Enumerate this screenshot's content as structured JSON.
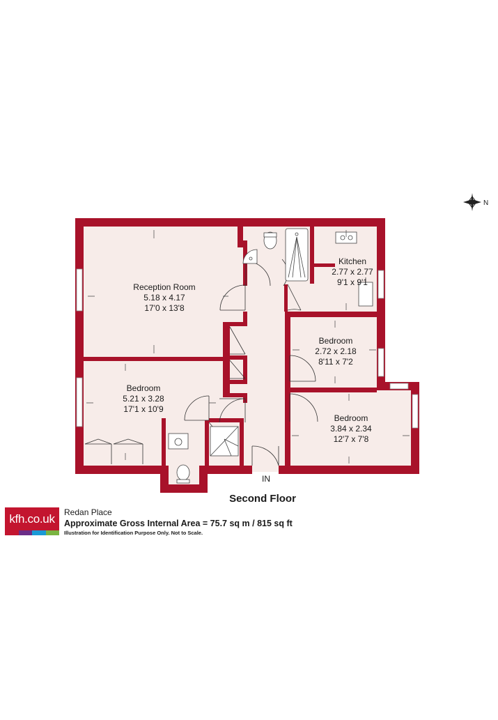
{
  "rooms": {
    "reception": {
      "name": "Reception Room",
      "metric": "5.18 x 4.17",
      "imperial": "17'0 x 13'8"
    },
    "kitchen": {
      "name": "Kitchen",
      "metric": "2.77 x 2.77",
      "imperial": "9'1 x 9'1"
    },
    "bedroom_mid": {
      "name": "Bedroom",
      "metric": "2.72 x 2.18",
      "imperial": "8'11 x 7'2"
    },
    "bedroom_left": {
      "name": "Bedroom",
      "metric": "5.21 x 3.28",
      "imperial": "17'1 x 10'9"
    },
    "bedroom_right": {
      "name": "Bedroom",
      "metric": "3.84 x 2.34",
      "imperial": "12'7 x 7'8"
    }
  },
  "entrance_label": "IN",
  "floor_title": "Second Floor",
  "compass_label": "N",
  "logo": {
    "text": "kfh.co.uk",
    "strip_colors": [
      "#c3152f",
      "#6b2d87",
      "#1a9ad6",
      "#7ab441"
    ]
  },
  "property": {
    "name": "Redan Place",
    "area": "Approximate Gross Internal Area = 75.7 sq m / 815 sq ft",
    "note": "Illustration for Identification Purpose Only. Not to Scale."
  },
  "colors": {
    "wall": "#a8122a",
    "floor": "#f7ece9",
    "fixture": "#ffffff",
    "line": "#333333"
  }
}
